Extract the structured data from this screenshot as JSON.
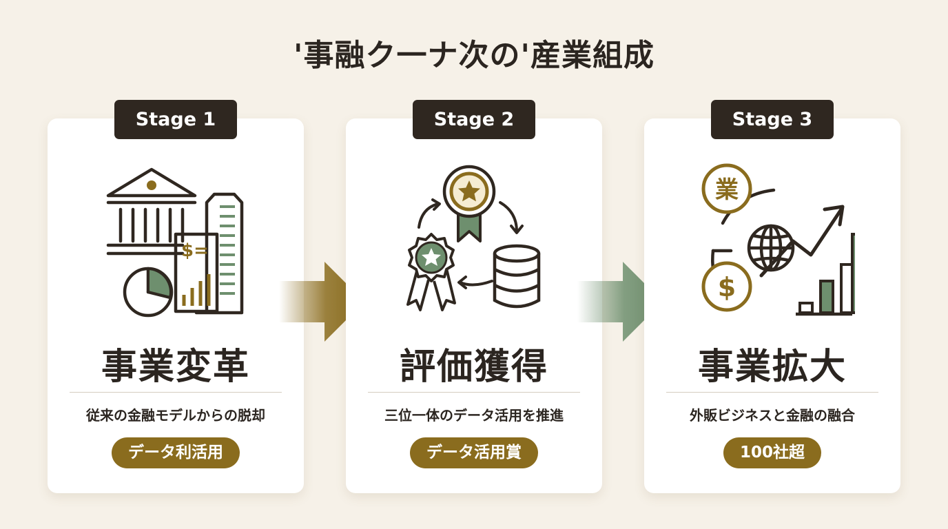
{
  "title": "'事融ク一ナ次の'産業組成",
  "colors": {
    "background": "#f6f1e8",
    "dark": "#2f2720",
    "gold": "#8a6c1e",
    "green": "#6e8f6e"
  },
  "stages": [
    {
      "tab": "Stage 1",
      "icon": "bank-buildings-chart-icon",
      "heading": "事業変革",
      "desc": "従来の金融モデルからの脱却",
      "badge": "データ利活用",
      "icon_text": "$="
    },
    {
      "tab": "Stage 2",
      "icon": "award-data-cycle-icon",
      "heading": "評価獲得",
      "desc": "三位一体のデータ活用を推進",
      "badge": "データ活用賞"
    },
    {
      "tab": "Stage 3",
      "icon": "global-business-growth-icon",
      "heading": "事業拡大",
      "desc": "外販ビジネスと金融の融合",
      "badge": "100社超",
      "icon_text": "業",
      "icon_currency": "$"
    }
  ]
}
